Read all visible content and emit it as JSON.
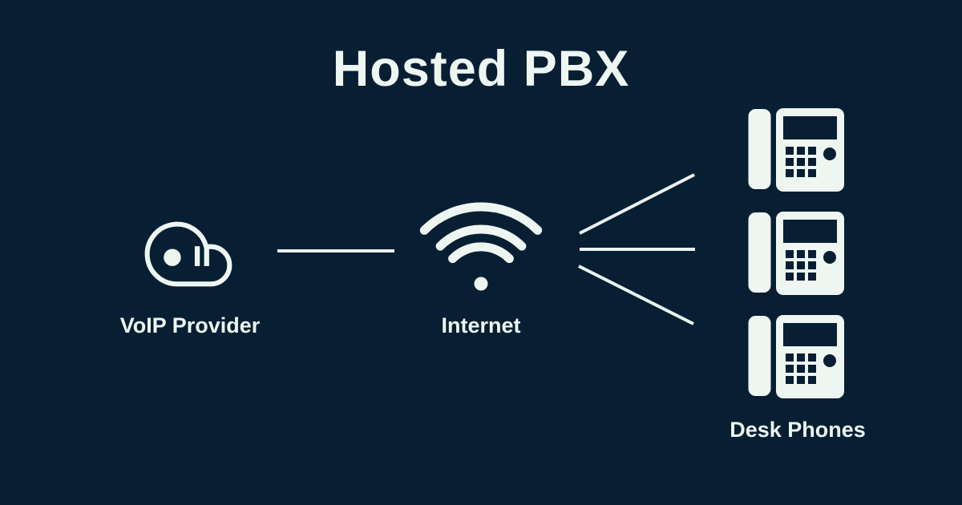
{
  "title": "Hosted PBX",
  "colors": {
    "background": "#081e33",
    "foreground": "#edf6f1"
  },
  "nodes": {
    "voip_provider": {
      "label": "VoIP Provider",
      "icon": "cloud-pause-icon"
    },
    "internet": {
      "label": "Internet",
      "icon": "wifi-icon"
    },
    "desk_phones": {
      "label": "Desk Phones",
      "icon": "desk-phone-icon",
      "phone_count": 3
    }
  },
  "connections": [
    {
      "from": "voip_provider",
      "to": "internet"
    },
    {
      "from": "internet",
      "to": "desk_phone_1"
    },
    {
      "from": "internet",
      "to": "desk_phone_2"
    },
    {
      "from": "internet",
      "to": "desk_phone_3"
    }
  ]
}
